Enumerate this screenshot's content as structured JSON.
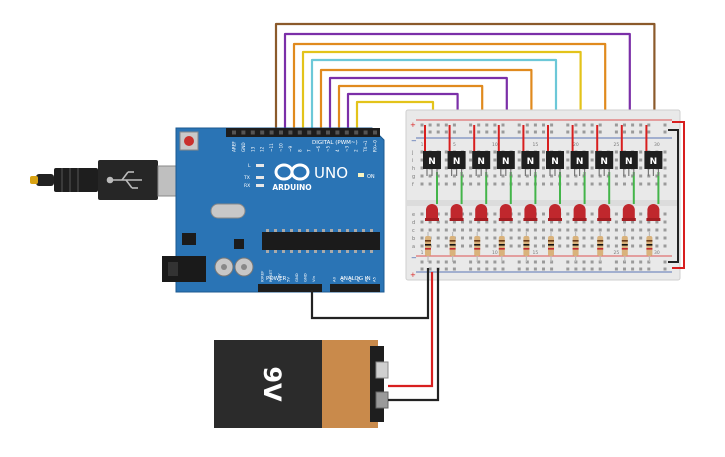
{
  "arduino": {
    "brand": "ARDUINO",
    "model": "UNO",
    "digital_label": "DIGITAL (PWM~)",
    "power_label": "POWER",
    "analog_label": "ANALOG IN",
    "on_label": "ON",
    "led_labels": [
      "L",
      "TX",
      "RX"
    ],
    "header_top_labels": [
      "AREF",
      "GND",
      "13",
      "12",
      "~11",
      "~10",
      "~9",
      "8",
      "7",
      "~6",
      "~5",
      "4",
      "~3",
      "2",
      "TX→1",
      "RX←0"
    ],
    "header_bottom_labels": [
      "IOREF",
      "RESET",
      "3.3V",
      "5V",
      "GND",
      "GND",
      "Vin",
      "A0",
      "A1",
      "A2",
      "A3",
      "A4",
      "A5"
    ]
  },
  "battery": {
    "label": "9V",
    "colors": {
      "body": "#2b2b2b",
      "copper": "#c98a4b"
    }
  },
  "breadboard": {
    "row_letters_top": [
      "j",
      "i",
      "h",
      "g",
      "f"
    ],
    "row_letters_bottom": [
      "e",
      "d",
      "c",
      "b",
      "a"
    ],
    "rail_symbols": [
      "+",
      "−"
    ],
    "column_numbers": [
      "1",
      "5",
      "10",
      "15",
      "20",
      "25",
      "30"
    ]
  },
  "transistors": {
    "count": 10,
    "label": "N"
  },
  "colors": {
    "board": "#1f6fb2",
    "wire_orange": "#e08a1e",
    "wire_purple": "#7b2fa8",
    "wire_yellow": "#e3c31a",
    "wire_brown": "#8b5a2b",
    "wire_cyan": "#6cc8d8",
    "wire_red": "#d81f1f",
    "wire_black": "#222222",
    "wire_green": "#44b54a",
    "led_red": "#c0272d"
  }
}
